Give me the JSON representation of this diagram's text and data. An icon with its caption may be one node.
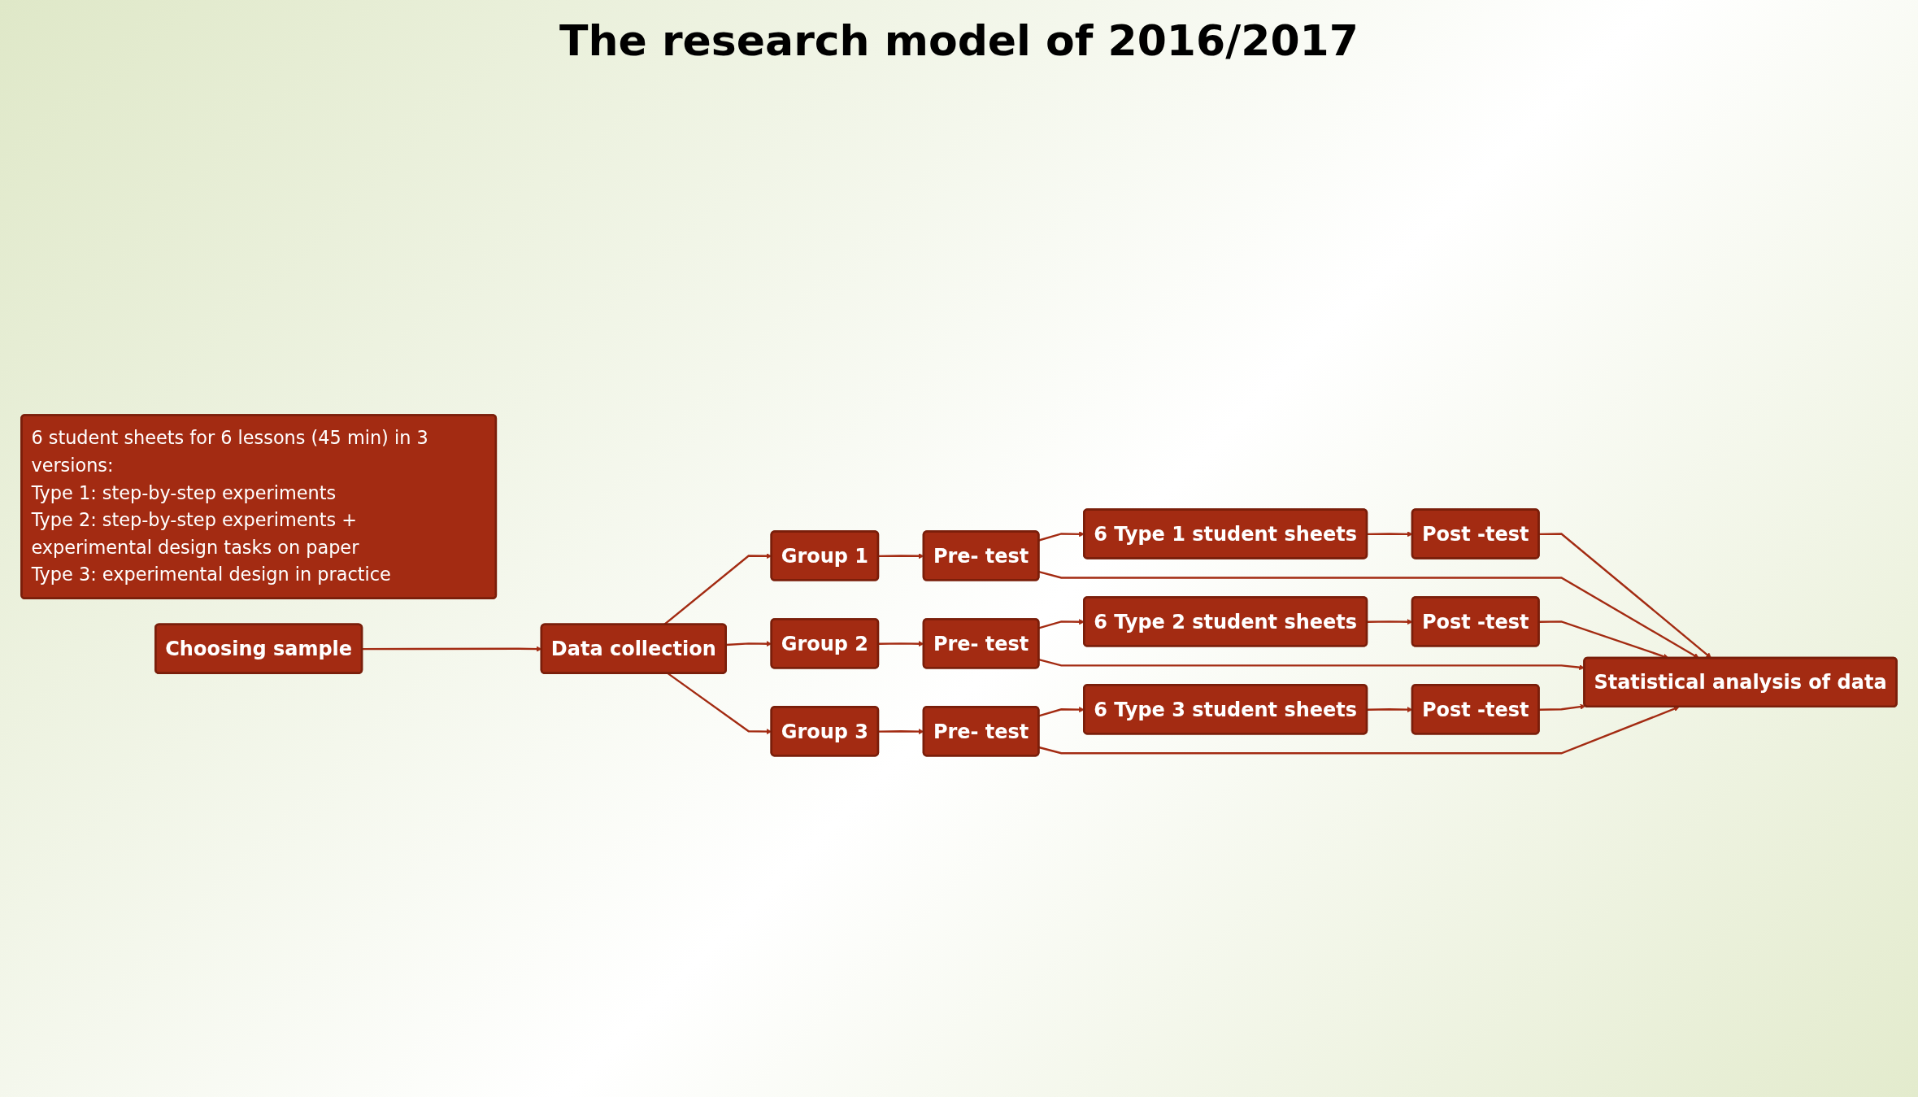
{
  "diagram": {
    "title": "The research model of 2016/2017",
    "nodes": [
      {
        "text": [
          "6 student sheets for 6 lessons (45 min) in 3 versions:",
          "Type 1: step-by-step experiments",
          "Type 2: step-by-step experiments + experimental design tasks on paper",
          "Type 3: experimental design in practice"
        ]
      },
      {
        "text": [
          "Statistical analysis of data"
        ]
      },
      {
        "text": [
          "Choosing sample"
        ]
      },
      {
        "text": [
          "Data collection"
        ]
      },
      {
        "text": [
          "Group 1"
        ]
      },
      {
        "text": [
          "Group 2"
        ]
      },
      {
        "text": [
          "Group 3"
        ]
      },
      {
        "text": [
          "Pre- test"
        ]
      },
      {
        "text": [
          "Pre- test"
        ]
      },
      {
        "text": [
          "Pre- test"
        ]
      },
      {
        "text": [
          "6 Type 1 student sheets"
        ]
      },
      {
        "text": [
          "6 Type 2 student sheets"
        ]
      },
      {
        "text": [
          "6 Type 3 student sheets"
        ]
      },
      {
        "text": [
          "Post -test"
        ]
      },
      {
        "text": [
          "Post -test"
        ]
      },
      {
        "text": [
          "Post -test"
        ]
      }
    ],
    "edges": [
      {
        "from": 2,
        "to": 3,
        "arrow": "to"
      },
      {
        "from": 3,
        "to": 4,
        "arrow": "to"
      },
      {
        "from": 3,
        "to": 5,
        "arrow": "to"
      },
      {
        "from": 3,
        "to": 6,
        "arrow": "to"
      },
      {
        "from": 4,
        "to": 7,
        "arrow": "to"
      },
      {
        "from": 5,
        "to": 8,
        "arrow": "to"
      },
      {
        "from": 6,
        "to": 9,
        "arrow": "to"
      },
      {
        "from": 7,
        "to": 10,
        "arrow": "to"
      },
      {
        "from": 8,
        "to": 11,
        "arrow": "to"
      },
      {
        "from": 9,
        "to": 12,
        "arrow": "to"
      },
      {
        "from": 10,
        "to": 13,
        "arrow": "to"
      },
      {
        "from": 11,
        "to": 14,
        "arrow": "to"
      },
      {
        "from": 12,
        "to": 15,
        "arrow": "to"
      },
      {
        "from": 7,
        "to": 1,
        "arrow": "to"
      },
      {
        "from": 8,
        "to": 1,
        "arrow": "to"
      },
      {
        "from": 9,
        "to": 1,
        "arrow": "to"
      },
      {
        "from": 13,
        "to": 1,
        "arrow": "to"
      },
      {
        "from": 14,
        "to": 1,
        "arrow": "to"
      },
      {
        "from": 15,
        "to": 1,
        "arrow": "to"
      }
    ]
  }
}
